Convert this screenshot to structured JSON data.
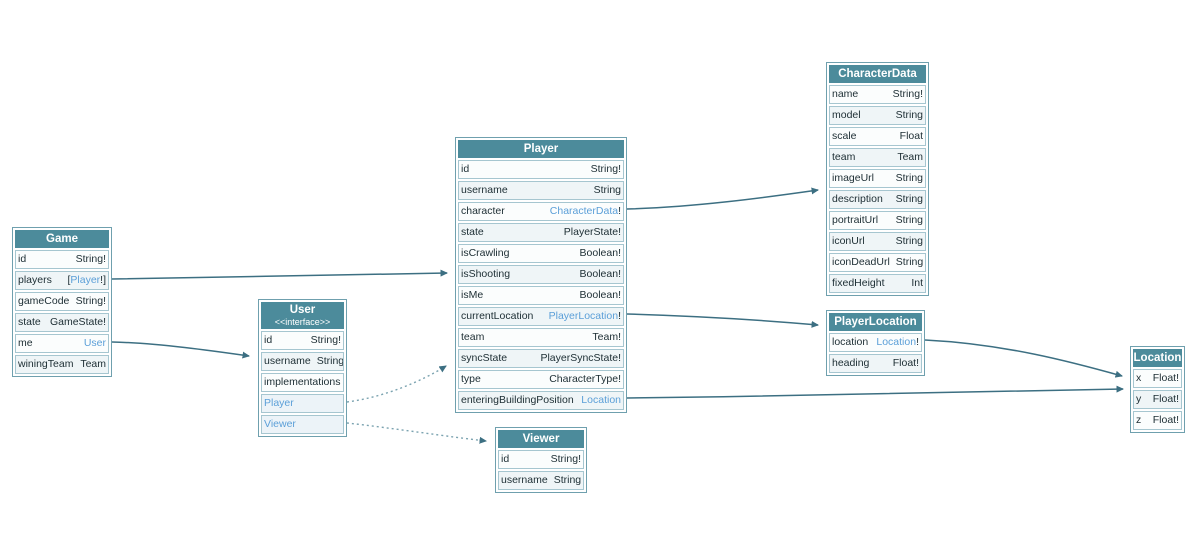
{
  "diagram": {
    "colors": {
      "header_bg": "#4c8b9b",
      "header_text": "#ffffff",
      "table_border": "#6fa0ae",
      "row_border": "#a6c6d0",
      "row_bg": "#fbfdfd",
      "row_alt_bg": "#eff5f7",
      "link": "#5b9fd8",
      "text": "#1c2d33",
      "arrow": "#3c6f82"
    },
    "tables": [
      {
        "id": "game",
        "title": "Game",
        "rows": [
          {
            "kind": "field",
            "name": "id",
            "type": "String!"
          },
          {
            "kind": "field",
            "name": "players",
            "type": "[Player!]",
            "link": "Player"
          },
          {
            "kind": "field",
            "name": "gameCode",
            "type": "String!"
          },
          {
            "kind": "field",
            "name": "state",
            "type": "GameState!"
          },
          {
            "kind": "field",
            "name": "me",
            "type": "User",
            "link": "User"
          },
          {
            "kind": "field",
            "name": "winingTeam",
            "type": "Team"
          }
        ]
      },
      {
        "id": "user",
        "title": "User",
        "subtitle": "<<interface>>",
        "rows": [
          {
            "kind": "field",
            "name": "id",
            "type": "String!"
          },
          {
            "kind": "field",
            "name": "username",
            "type": "String"
          },
          {
            "kind": "section",
            "name": "implementations"
          },
          {
            "kind": "impl",
            "name": "Player"
          },
          {
            "kind": "impl",
            "name": "Viewer"
          }
        ]
      },
      {
        "id": "player",
        "title": "Player",
        "rows": [
          {
            "kind": "field",
            "name": "id",
            "type": "String!"
          },
          {
            "kind": "field",
            "name": "username",
            "type": "String"
          },
          {
            "kind": "field",
            "name": "character",
            "type": "CharacterData!",
            "link": "CharacterData"
          },
          {
            "kind": "field",
            "name": "state",
            "type": "PlayerState!"
          },
          {
            "kind": "field",
            "name": "isCrawling",
            "type": "Boolean!"
          },
          {
            "kind": "field",
            "name": "isShooting",
            "type": "Boolean!"
          },
          {
            "kind": "field",
            "name": "isMe",
            "type": "Boolean!"
          },
          {
            "kind": "field",
            "name": "currentLocation",
            "type": "PlayerLocation!",
            "link": "PlayerLocation"
          },
          {
            "kind": "field",
            "name": "team",
            "type": "Team!"
          },
          {
            "kind": "field",
            "name": "syncState",
            "type": "PlayerSyncState!"
          },
          {
            "kind": "field",
            "name": "type",
            "type": "CharacterType!"
          },
          {
            "kind": "field",
            "name": "enteringBuildingPosition",
            "type": "Location",
            "link": "Location"
          }
        ]
      },
      {
        "id": "characterData",
        "title": "CharacterData",
        "rows": [
          {
            "kind": "field",
            "name": "name",
            "type": "String!"
          },
          {
            "kind": "field",
            "name": "model",
            "type": "String"
          },
          {
            "kind": "field",
            "name": "scale",
            "type": "Float"
          },
          {
            "kind": "field",
            "name": "team",
            "type": "Team"
          },
          {
            "kind": "field",
            "name": "imageUrl",
            "type": "String"
          },
          {
            "kind": "field",
            "name": "description",
            "type": "String"
          },
          {
            "kind": "field",
            "name": "portraitUrl",
            "type": "String"
          },
          {
            "kind": "field",
            "name": "iconUrl",
            "type": "String"
          },
          {
            "kind": "field",
            "name": "iconDeadUrl",
            "type": "String"
          },
          {
            "kind": "field",
            "name": "fixedHeight",
            "type": "Int"
          }
        ]
      },
      {
        "id": "playerLocation",
        "title": "PlayerLocation",
        "rows": [
          {
            "kind": "field",
            "name": "location",
            "type": "Location!",
            "link": "Location"
          },
          {
            "kind": "field",
            "name": "heading",
            "type": "Float!"
          }
        ]
      },
      {
        "id": "location",
        "title": "Location",
        "rows": [
          {
            "kind": "field",
            "name": "x",
            "type": "Float!"
          },
          {
            "kind": "field",
            "name": "y",
            "type": "Float!"
          },
          {
            "kind": "field",
            "name": "z",
            "type": "Float!"
          }
        ]
      },
      {
        "id": "viewer",
        "title": "Viewer",
        "rows": [
          {
            "kind": "field",
            "name": "id",
            "type": "String!"
          },
          {
            "kind": "field",
            "name": "username",
            "type": "String"
          }
        ]
      }
    ],
    "edges": [
      {
        "id": "game-players-player",
        "from": "Game.players",
        "to": "Player",
        "style": "solid"
      },
      {
        "id": "game-me-user",
        "from": "Game.me",
        "to": "User",
        "style": "solid"
      },
      {
        "id": "player-character-characterdata",
        "from": "Player.character",
        "to": "CharacterData",
        "style": "solid"
      },
      {
        "id": "player-currentlocation-playerlocation",
        "from": "Player.currentLocation",
        "to": "PlayerLocation",
        "style": "solid"
      },
      {
        "id": "player-enteringbuildingposition-location",
        "from": "Player.enteringBuildingPosition",
        "to": "Location",
        "style": "solid"
      },
      {
        "id": "playerlocation-location-location",
        "from": "PlayerLocation.location",
        "to": "Location",
        "style": "solid"
      },
      {
        "id": "user-player-impl",
        "from": "User.Player",
        "to": "Player",
        "style": "dotted"
      },
      {
        "id": "user-viewer-impl",
        "from": "User.Viewer",
        "to": "Viewer",
        "style": "dotted"
      }
    ]
  }
}
